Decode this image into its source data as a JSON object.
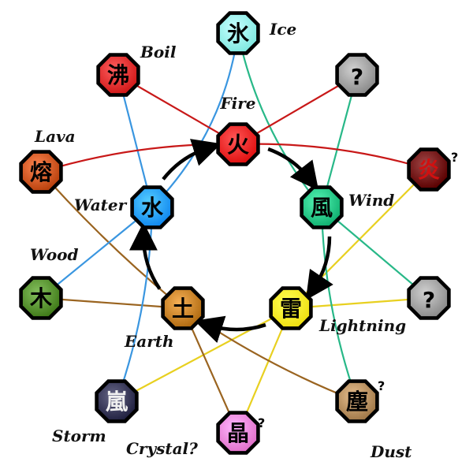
{
  "nodes": {
    "fire": {
      "glyph": "火",
      "label": "Fire",
      "color": "#e01010"
    },
    "wind": {
      "glyph": "風",
      "label": "Wind",
      "color": "#10b070"
    },
    "lightning": {
      "glyph": "雷",
      "label": "Lightning",
      "color": "#f0e010"
    },
    "earth": {
      "glyph": "土",
      "label": "Earth",
      "color": "#b06a10"
    },
    "water": {
      "glyph": "水",
      "label": "Water",
      "color": "#1088f0"
    },
    "ice": {
      "glyph": "氷",
      "label": "Ice",
      "color": "#80e8e0"
    },
    "boil": {
      "glyph": "沸",
      "label": "Boil",
      "color": "#d01818"
    },
    "unknown_top": {
      "glyph": "?",
      "label": "",
      "color": "#8a8a8a"
    },
    "black_fire": {
      "glyph": "炎",
      "label": "",
      "color": "#5a0000",
      "mark": "?"
    },
    "lava": {
      "glyph": "熔",
      "label": "Lava",
      "color": "#b8400c"
    },
    "wood": {
      "glyph": "木",
      "label": "Wood",
      "color": "#3f7a18"
    },
    "unknown_right": {
      "glyph": "?",
      "label": "",
      "color": "#8a8a8a"
    },
    "storm": {
      "glyph": "嵐",
      "label": "Storm",
      "color": "#202040"
    },
    "crystal": {
      "glyph": "晶",
      "label": "Crystal?",
      "color": "#e070c8",
      "mark": "?"
    },
    "dust": {
      "glyph": "塵",
      "label": "Dust",
      "color": "#a07848",
      "mark": "?"
    }
  }
}
